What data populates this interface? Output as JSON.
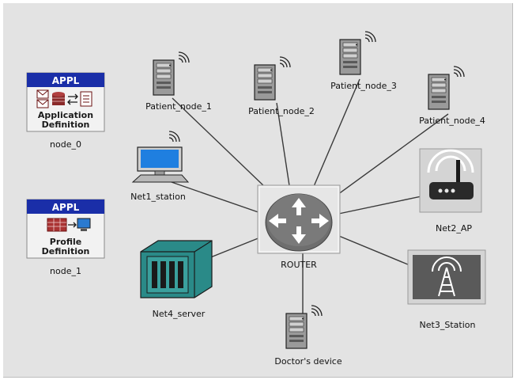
{
  "canvas": {
    "background": "#e3e3e3"
  },
  "config_nodes": [
    {
      "id": "node_0",
      "badge": "APPL",
      "line1": "Application",
      "line2": "Definition",
      "label": "node_0"
    },
    {
      "id": "node_1",
      "badge": "APPL",
      "line1": "Profile",
      "line2": "Definition",
      "label": "node_1"
    }
  ],
  "nodes": {
    "router": {
      "label": "ROUTER"
    },
    "patient1": {
      "label": "Patient_node_1"
    },
    "patient2": {
      "label": "Patient_node_2"
    },
    "patient3": {
      "label": "Patient_node_3"
    },
    "patient4": {
      "label": "Patient_node_4"
    },
    "net1": {
      "label": "Net1_station"
    },
    "net2": {
      "label": "Net2_AP"
    },
    "net3": {
      "label": "Net3_Station"
    },
    "net4": {
      "label": "Net4_server"
    },
    "doctor": {
      "label": "Doctor's device"
    }
  },
  "links": [
    [
      "router",
      "patient1"
    ],
    [
      "router",
      "patient2"
    ],
    [
      "router",
      "patient3"
    ],
    [
      "router",
      "patient4"
    ],
    [
      "router",
      "net1"
    ],
    [
      "router",
      "net2"
    ],
    [
      "router",
      "net3"
    ],
    [
      "router",
      "net4"
    ],
    [
      "router",
      "doctor"
    ]
  ],
  "colors": {
    "link": "#3a3a3a",
    "appl_header": "#1a2ea8",
    "server_body": "#8a8a8a",
    "router_face": "#6e6e6e"
  }
}
